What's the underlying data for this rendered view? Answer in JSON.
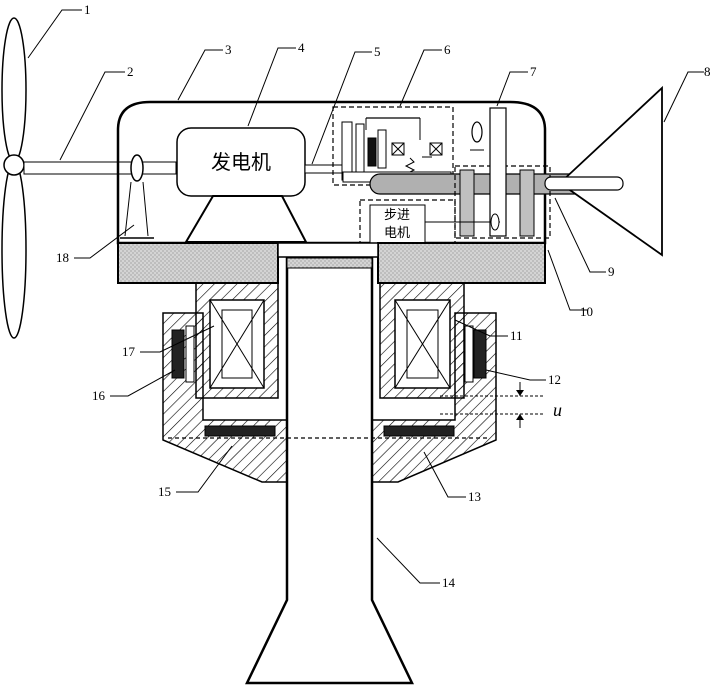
{
  "labels": {
    "generator": "发电机",
    "stepper_line1": "步进",
    "stepper_line2": "电机",
    "gap_symbol": "u"
  },
  "callouts": [
    "1",
    "2",
    "3",
    "4",
    "5",
    "6",
    "7",
    "8",
    "9",
    "10",
    "11",
    "12",
    "13",
    "14",
    "15",
    "16",
    "17",
    "18"
  ],
  "colors": {
    "stroke": "#000000",
    "fill_gray": "#cccccc",
    "fill_white": "#ffffff"
  }
}
